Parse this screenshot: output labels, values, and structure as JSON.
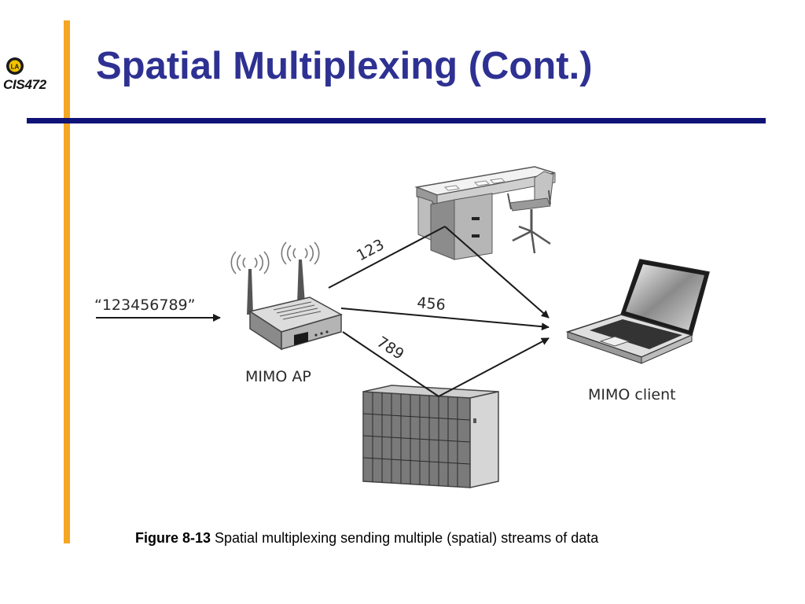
{
  "slide": {
    "title": "Spatial Multiplexing (Cont.)",
    "course": "CIS472",
    "logo_seal_text": "Cal State LA"
  },
  "diagram": {
    "input_label": "“123456789”",
    "ap_label": "MIMO AP",
    "client_label": "MIMO client",
    "streams": [
      {
        "label": "123",
        "path": "via desk"
      },
      {
        "label": "456",
        "path": "direct"
      },
      {
        "label": "789",
        "path": "via cabinet"
      }
    ]
  },
  "caption": {
    "prefix": "Figure 8-13",
    "text": " Spatial multiplexing sending multiple (spatial) streams of data"
  },
  "colors": {
    "title": "#2e3192",
    "vertical_bar": "#f5a623",
    "horizontal_rule": "#0f1377"
  }
}
